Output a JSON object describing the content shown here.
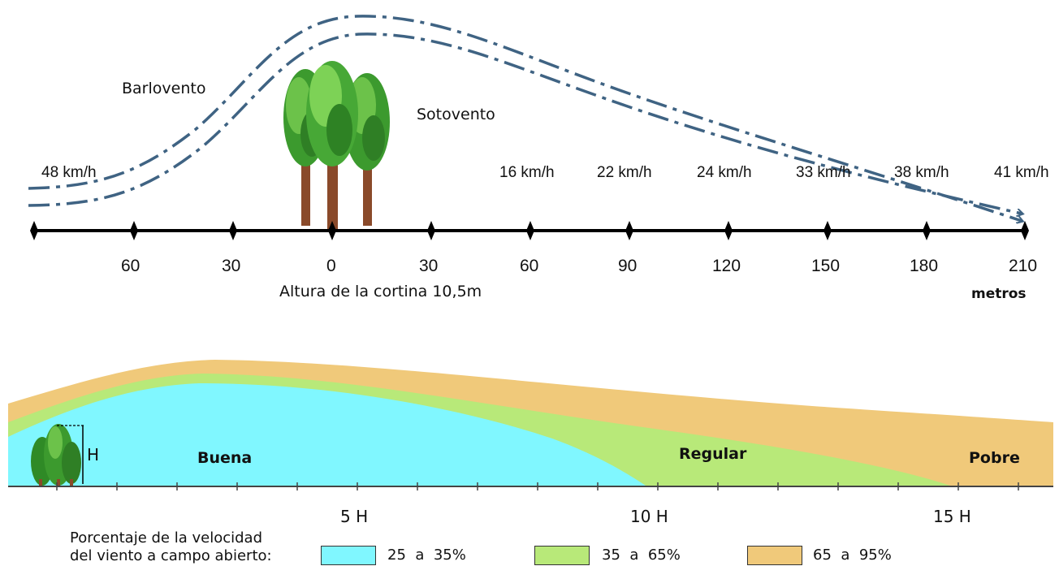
{
  "top": {
    "windward_label": "Barlovento",
    "leeward_label": "Sotovento",
    "speeds": [
      "48 km/h",
      "16 km/h",
      "22 km/h",
      "24 km/h",
      "33 km/h",
      "38 km/h",
      "41 km/h"
    ],
    "distance_ticks": [
      "60",
      "30",
      "0",
      "30",
      "60",
      "90",
      "120",
      "150",
      "180",
      "210"
    ],
    "height_caption": "Altura de la cortina 10,5m",
    "unit_label": "metros",
    "flow_line_color": "#3f6383"
  },
  "bottom": {
    "height_marker": "H",
    "zones": [
      "Buena",
      "Regular",
      "Pobre"
    ],
    "axis_ticks": [
      "5 H",
      "10 H",
      "15 H"
    ],
    "legend_title_line1": "Porcentaje de la velocidad",
    "legend_title_line2": "del viento a campo abierto:",
    "legend": [
      {
        "label": "25  a  35%",
        "color": "#80f7ff"
      },
      {
        "label": "35  a  65%",
        "color": "#b8e979"
      },
      {
        "label": "65  a  95%",
        "color": "#f0c97a"
      }
    ]
  }
}
